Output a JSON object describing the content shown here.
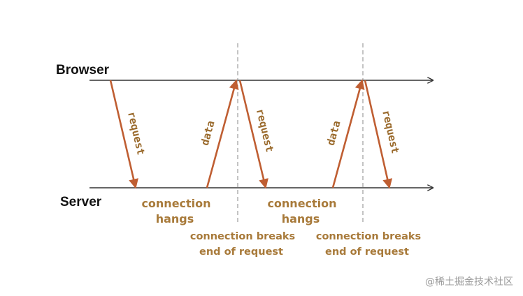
{
  "lanes": {
    "browser": "Browser",
    "server": "Server"
  },
  "arrows": {
    "request_label": "request",
    "data_label": "data"
  },
  "notes": {
    "connection_hangs_1": "connection",
    "connection_hangs_2": "hangs",
    "connection_breaks": "connection breaks",
    "end_of_request": "end of request"
  },
  "watermark": "@稀土掘金技术社区",
  "colors": {
    "arrow": "#bf5e32",
    "timeline": "#333333",
    "label": "#9a6a2c",
    "note": "#a87a3a",
    "divider": "#888888"
  }
}
